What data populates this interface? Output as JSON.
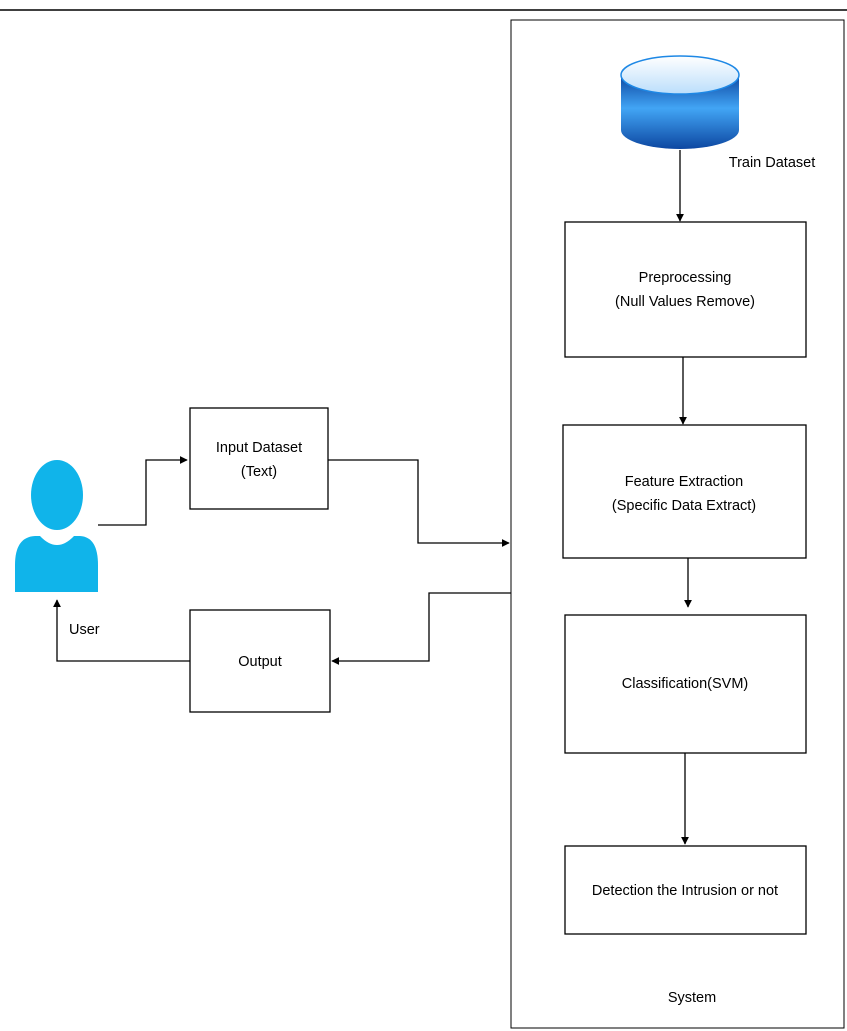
{
  "colors": {
    "line": "#000000",
    "box_fill": "#ffffff",
    "user_icon": "#10b4ea",
    "database_top": "#ffffff",
    "database_body": "#1565c0"
  },
  "icons": {
    "user": "person-icon",
    "dataset": "database-icon"
  },
  "nodes": {
    "train_dataset": "Train Dataset",
    "preprocessing": {
      "line1": "Preprocessing",
      "line2": "(Null Values Remove)"
    },
    "feature_extraction": {
      "line1": "Feature Extraction",
      "line2": "(Specific Data  Extract)"
    },
    "classification": "Classification(SVM)",
    "detection": "Detection the Intrusion or not",
    "input_dataset": {
      "line1": "Input Dataset",
      "line2": "(Text)"
    },
    "output": "Output",
    "user": "User",
    "system": "System"
  }
}
